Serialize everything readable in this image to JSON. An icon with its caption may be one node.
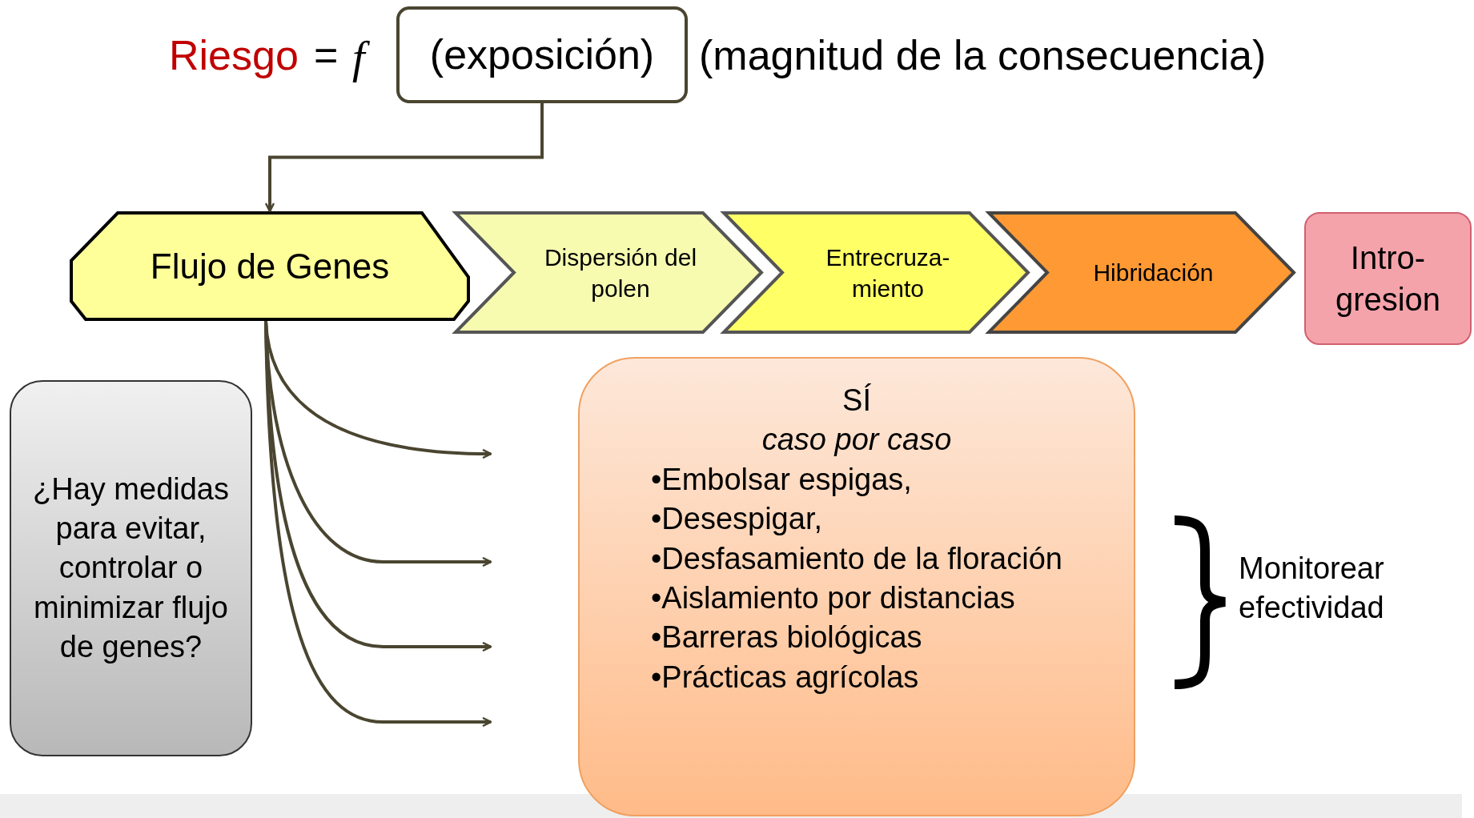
{
  "diagram": {
    "nodes": [
      {
        "text": [
          "(exposición)"
        ]
      },
      {
        "text": [
          "Flujo de Genes"
        ]
      },
      {
        "text": [
          "Dispersión del polen"
        ]
      },
      {
        "text": [
          "Entrecruza- miento"
        ]
      },
      {
        "text": [
          "Hibridación"
        ]
      },
      {
        "text": [
          "Intro- gresion"
        ]
      },
      {
        "text": [
          "¿Hay medidas para evitar, controlar o minimizar flujo de genes?"
        ]
      },
      {
        "text": [
          "SÍ",
          "caso por caso",
          "•Embolsar espigas,",
          "•Desespigar,",
          "•Desfasamiento de la floración",
          "•Aislamiento por distancias",
          "•Barreras biológicas",
          "•Prácticas agrícolas"
        ]
      }
    ],
    "edges": [
      {
        "from": 0,
        "to": 1,
        "arrow": "to"
      },
      {
        "from": 1,
        "to": null,
        "arrow": "to"
      },
      {
        "from": 1,
        "to": null,
        "arrow": "to"
      },
      {
        "from": 1,
        "to": null,
        "arrow": "to"
      },
      {
        "from": 1,
        "to": null,
        "arrow": "to"
      }
    ],
    "labels": [
      "Riesgo",
      "=",
      "f",
      "(magnitud de la consecuencia)",
      "Monitorear efectividad"
    ]
  }
}
